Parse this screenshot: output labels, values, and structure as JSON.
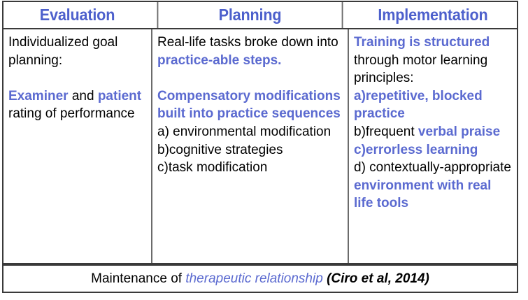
{
  "table": {
    "headers": [
      {
        "label": "Evaluation"
      },
      {
        "label": "Planning"
      },
      {
        "label": "Implementation"
      }
    ],
    "columns": [
      {
        "name": "evaluation",
        "blocks": [
          {
            "segments": [
              {
                "text": "Individualized goal planning:",
                "style": "plain"
              }
            ]
          },
          {
            "spacer": true
          },
          {
            "segments": [
              {
                "text": "Examiner",
                "style": "blue"
              },
              {
                "text": " and ",
                "style": "plain"
              },
              {
                "text": "patient",
                "style": "blue"
              },
              {
                "text": " rating of performance",
                "style": "plain"
              }
            ]
          }
        ]
      },
      {
        "name": "planning",
        "blocks": [
          {
            "segments": [
              {
                "text": "Real-life tasks broke down into ",
                "style": "plain"
              },
              {
                "text": "practice-able steps.",
                "style": "blue"
              }
            ]
          },
          {
            "spacer": true
          },
          {
            "segments": [
              {
                "text": "Compensatory modifications built into practice sequences",
                "style": "blue"
              }
            ]
          },
          {
            "segments": [
              {
                "text": "a) environmental modification",
                "style": "plain"
              }
            ]
          },
          {
            "segments": [
              {
                "text": "b)cognitive strategies",
                "style": "plain"
              }
            ]
          },
          {
            "segments": [
              {
                "text": "c)task modification",
                "style": "plain"
              }
            ]
          }
        ]
      },
      {
        "name": "implementation",
        "blocks": [
          {
            "segments": [
              {
                "text": "Training is structured",
                "style": "blue"
              },
              {
                "text": " through motor learning principles:",
                "style": "plain"
              }
            ]
          },
          {
            "segments": [
              {
                "text": "a)repetitive, blocked practice",
                "style": "blue"
              }
            ]
          },
          {
            "segments": [
              {
                "text": "b)frequent ",
                "style": "plain"
              },
              {
                "text": "verbal praise",
                "style": "blue"
              }
            ]
          },
          {
            "segments": [
              {
                "text": "c)errorless learning",
                "style": "blue"
              }
            ]
          },
          {
            "segments": [
              {
                "text": "d) contextually-appropriate ",
                "style": "plain"
              },
              {
                "text": "environment with real life tools",
                "style": "blue"
              }
            ]
          }
        ]
      }
    ],
    "footer": {
      "lead": "Maintenance of ",
      "emphasis": "therapeutic relationship",
      "citation": " (Ciro et al, 2014)"
    }
  },
  "colors": {
    "header_blue": "#4d60cc",
    "body_blue": "#5b6ad0",
    "text_black": "#000000",
    "border_dark": "#3a3a3a",
    "border_light": "#6b6b6b",
    "background": "#ffffff"
  }
}
